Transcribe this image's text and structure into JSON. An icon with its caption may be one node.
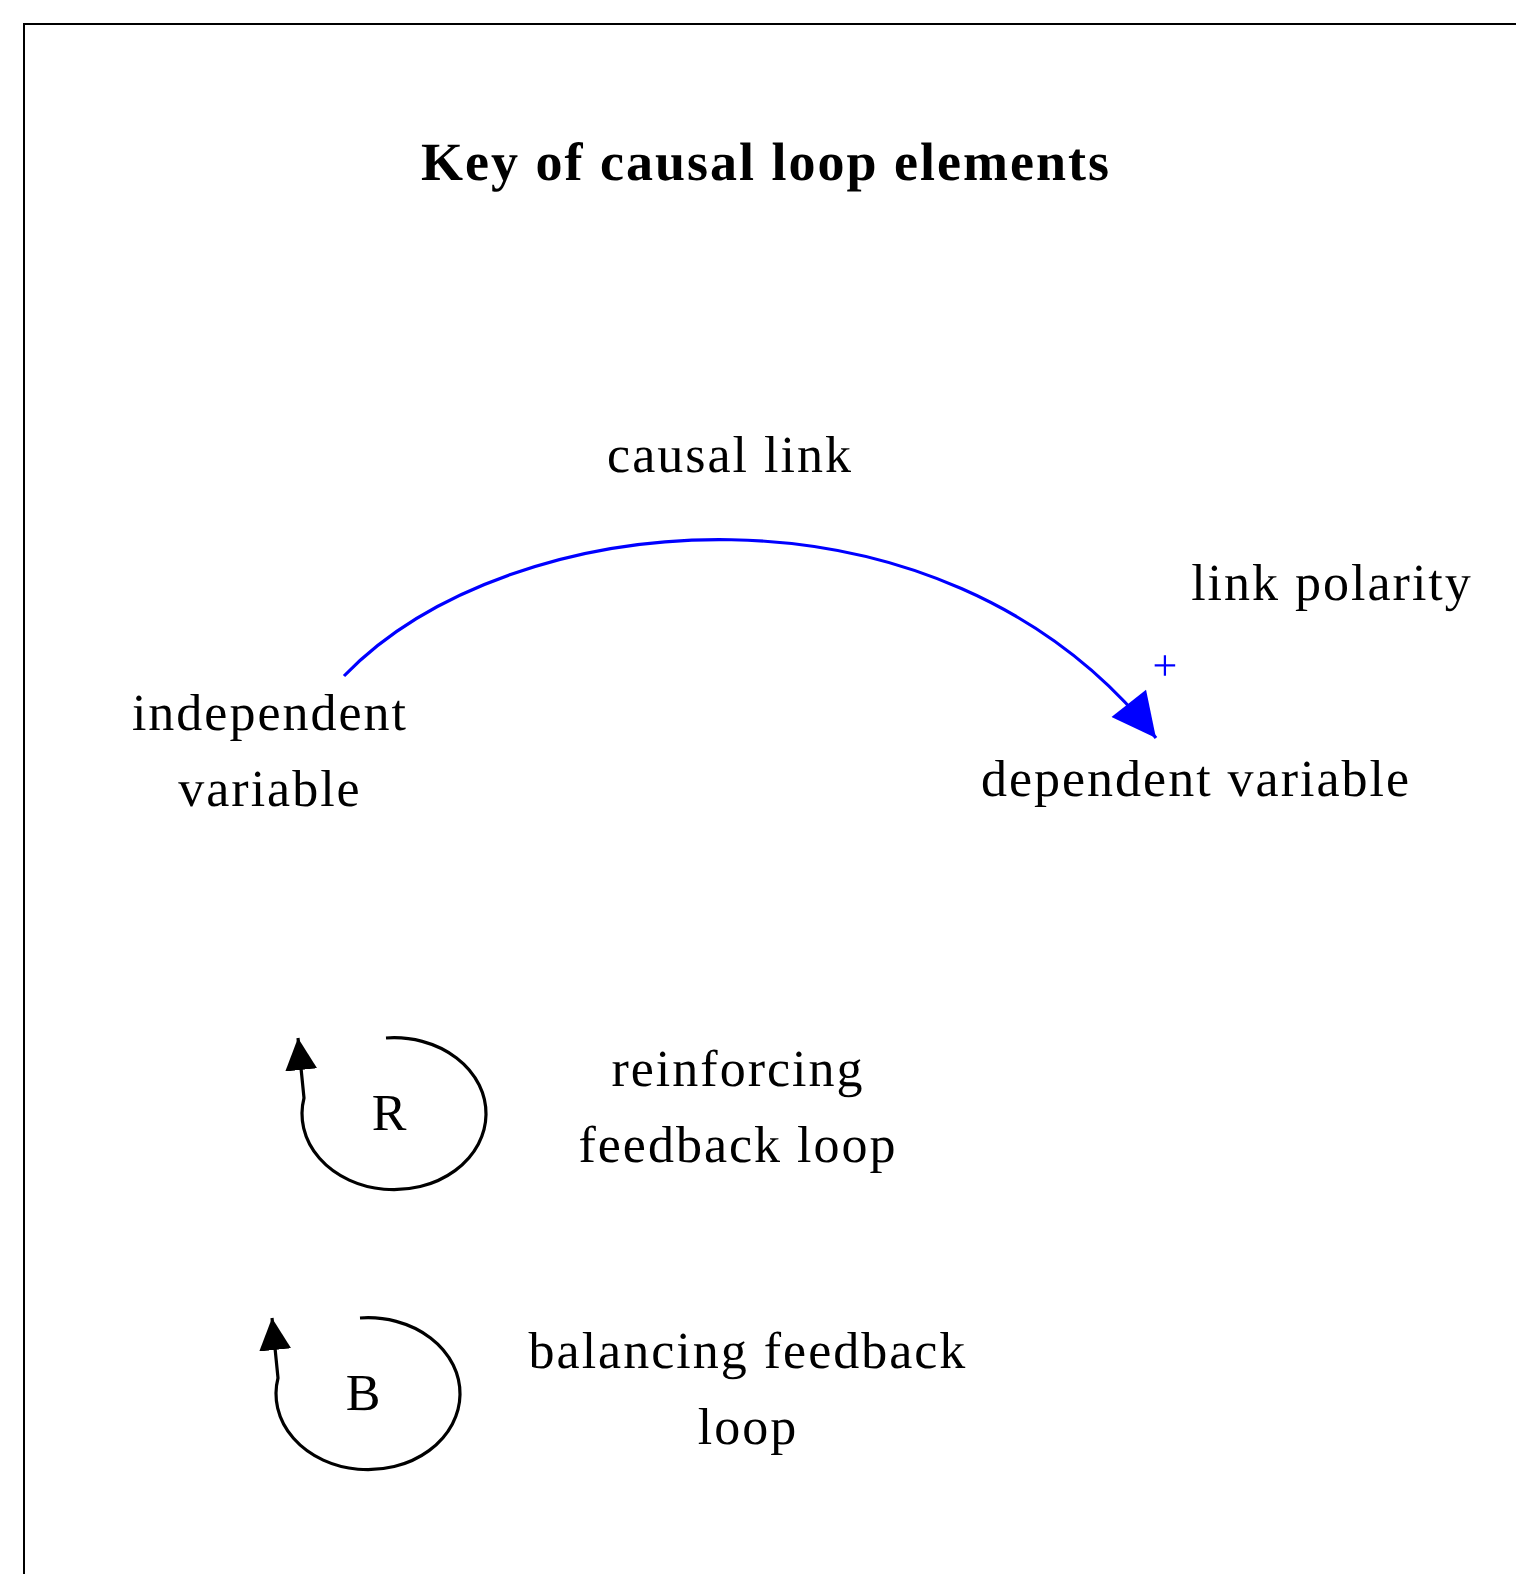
{
  "diagram": {
    "title": "Key of causal loop elements",
    "nodes": [
      {
        "text": [
          "independent variable"
        ]
      },
      {
        "text": [
          "dependent variable"
        ]
      }
    ],
    "edges": [
      {
        "from": 0,
        "to": 1,
        "arrow": "to",
        "label": "causal link",
        "color": "#0000ff"
      }
    ],
    "labels": [
      "link polarity",
      "+",
      "R",
      "reinforcing feedback loop",
      "B",
      "balancing feedback loop"
    ]
  }
}
